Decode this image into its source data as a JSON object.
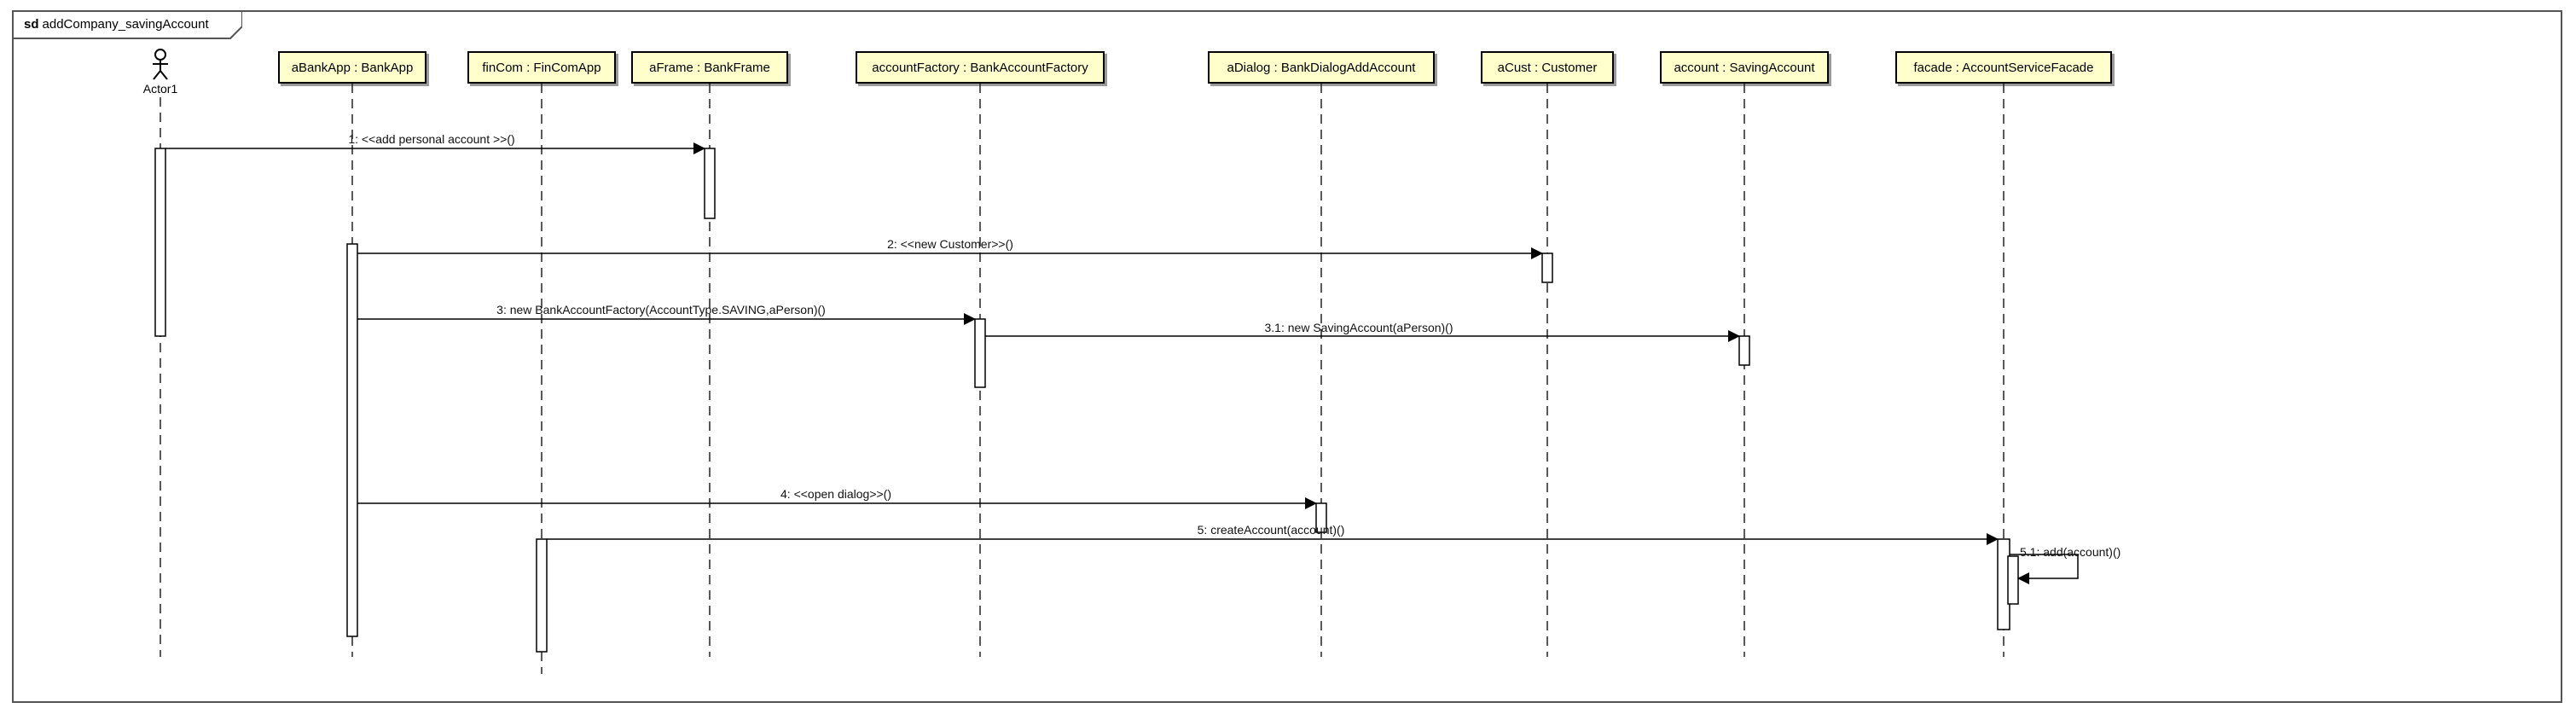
{
  "diagram": {
    "frame_kind": "sd",
    "frame_name": "addCompany_savingAccount",
    "actor": {
      "name": "Actor1"
    },
    "lifelines": [
      {
        "id": "aBankApp",
        "label": "aBankApp : BankApp"
      },
      {
        "id": "finCom",
        "label": "finCom : FinComApp"
      },
      {
        "id": "aFrame",
        "label": "aFrame : BankFrame"
      },
      {
        "id": "accountFactory",
        "label": "accountFactory : BankAccountFactory"
      },
      {
        "id": "aDialog",
        "label": "aDialog : BankDialogAddAccount"
      },
      {
        "id": "aCust",
        "label": "aCust : Customer"
      },
      {
        "id": "account",
        "label": "account : SavingAccount"
      },
      {
        "id": "facade",
        "label": "facade : AccountServiceFacade"
      }
    ],
    "messages": [
      {
        "id": "m1",
        "label": "1: <<add personal account >>()",
        "from": "Actor1",
        "to": "aFrame"
      },
      {
        "id": "m2",
        "label": "2: <<new Customer>>()",
        "from": "aBankApp",
        "to": "aCust"
      },
      {
        "id": "m3",
        "label": "3: new BankAccountFactory(AccountType.SAVING,aPerson)()",
        "from": "aBankApp",
        "to": "accountFactory"
      },
      {
        "id": "m31",
        "label": "3.1: new SavingAccount(aPerson)()",
        "from": "accountFactory",
        "to": "account"
      },
      {
        "id": "m4",
        "label": "4: <<open dialog>>()",
        "from": "aBankApp",
        "to": "aDialog"
      },
      {
        "id": "m5",
        "label": "5: createAccount(account)()",
        "from": "finCom",
        "to": "facade"
      },
      {
        "id": "m51",
        "label": "5.1: add(account)()",
        "from": "facade",
        "to": "facade"
      }
    ]
  }
}
